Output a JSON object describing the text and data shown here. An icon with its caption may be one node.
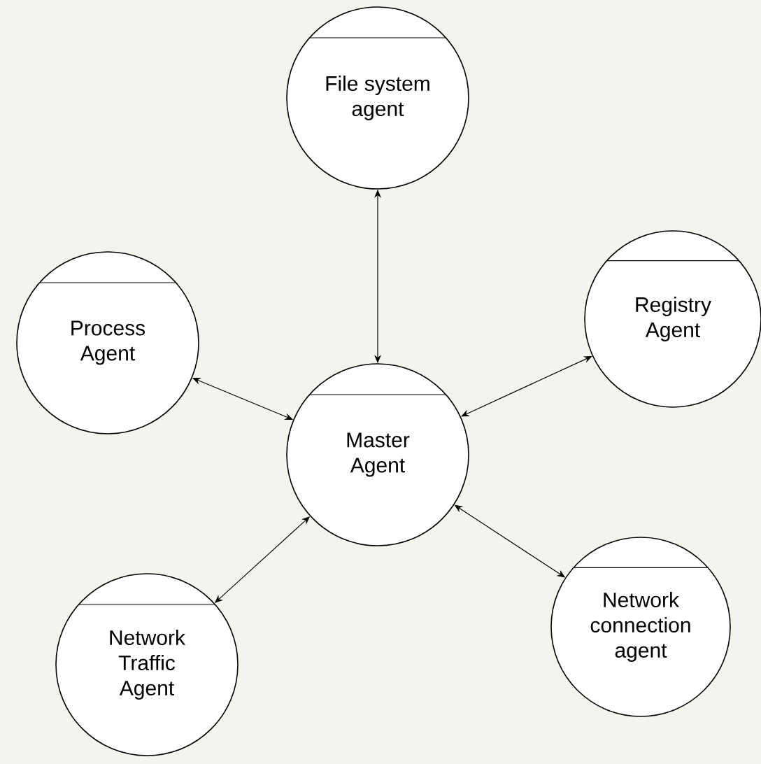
{
  "diagram": {
    "nodes": [
      {
        "text": [
          "File system agent"
        ]
      },
      {
        "text": [
          "Process Agent"
        ]
      },
      {
        "text": [
          "Registry Agent"
        ]
      },
      {
        "text": [
          "Master Agent"
        ]
      },
      {
        "text": [
          "Network Traffic Agent"
        ]
      },
      {
        "text": [
          "Network connection agent"
        ]
      }
    ],
    "edges": [
      {
        "from": 3,
        "to": 0,
        "arrow": "both"
      },
      {
        "from": 1,
        "to": 3,
        "arrow": "both"
      },
      {
        "from": 2,
        "to": 3,
        "arrow": "both"
      },
      {
        "from": 4,
        "to": 3,
        "arrow": "both"
      },
      {
        "from": 3,
        "to": 5,
        "arrow": "both"
      }
    ]
  }
}
